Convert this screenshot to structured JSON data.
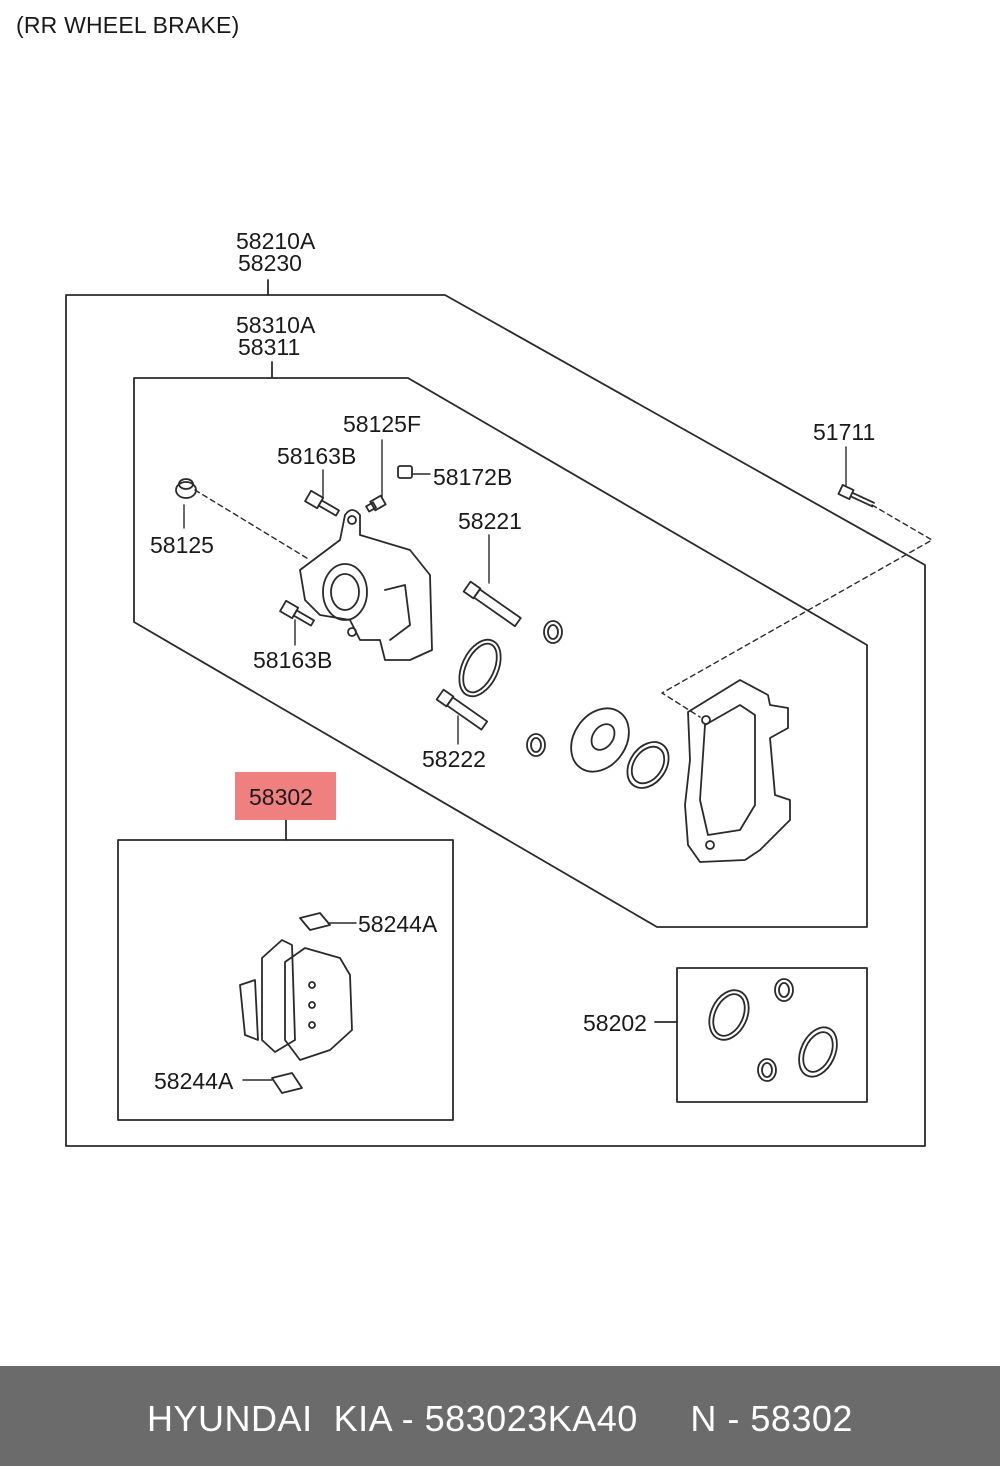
{
  "title": "(RR WHEEL BRAKE)",
  "labels": {
    "p58210A": "58210A",
    "p58230": "58230",
    "p58310A": "58310A",
    "p58311": "58311",
    "p58125F": "58125F",
    "p58163B_top": "58163B",
    "p58172B": "58172B",
    "p51711": "51711",
    "p58125": "58125",
    "p58221": "58221",
    "p58163B_bottom": "58163B",
    "p58222": "58222",
    "p58302": "58302",
    "p58244A_top": "58244A",
    "p58244A_bottom": "58244A",
    "p58202": "58202"
  },
  "highlight_color": "#f08080",
  "footer": {
    "brand": "HYUNDAI  KIA",
    "sep1": " - ",
    "part_number": "583023KA40",
    "gap": "     ",
    "n_label": "N",
    "sep2": " - ",
    "n_value": "58302"
  }
}
